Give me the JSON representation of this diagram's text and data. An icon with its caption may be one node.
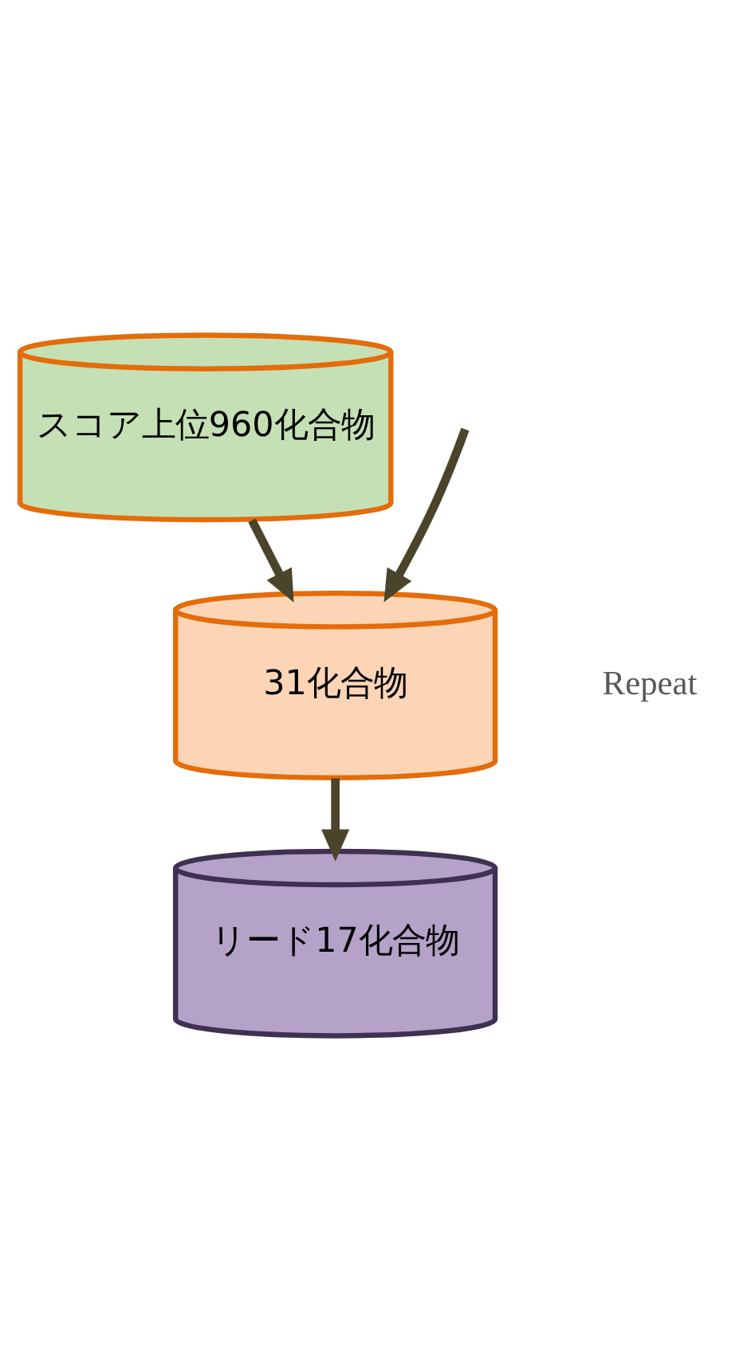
{
  "diagram": {
    "nodes": [
      {
        "text": [
          "スコア上位960化合物"
        ]
      },
      {
        "text": [
          "31化合物"
        ]
      },
      {
        "text": [
          "リード17化合物"
        ]
      }
    ],
    "edges": [
      {
        "from": 0,
        "to": 1,
        "arrow": "to"
      },
      {
        "from": 1,
        "to": 2,
        "arrow": "to"
      },
      {
        "from": null,
        "to": 1,
        "arrow": "to"
      }
    ],
    "labels": [
      "Repeat"
    ]
  }
}
